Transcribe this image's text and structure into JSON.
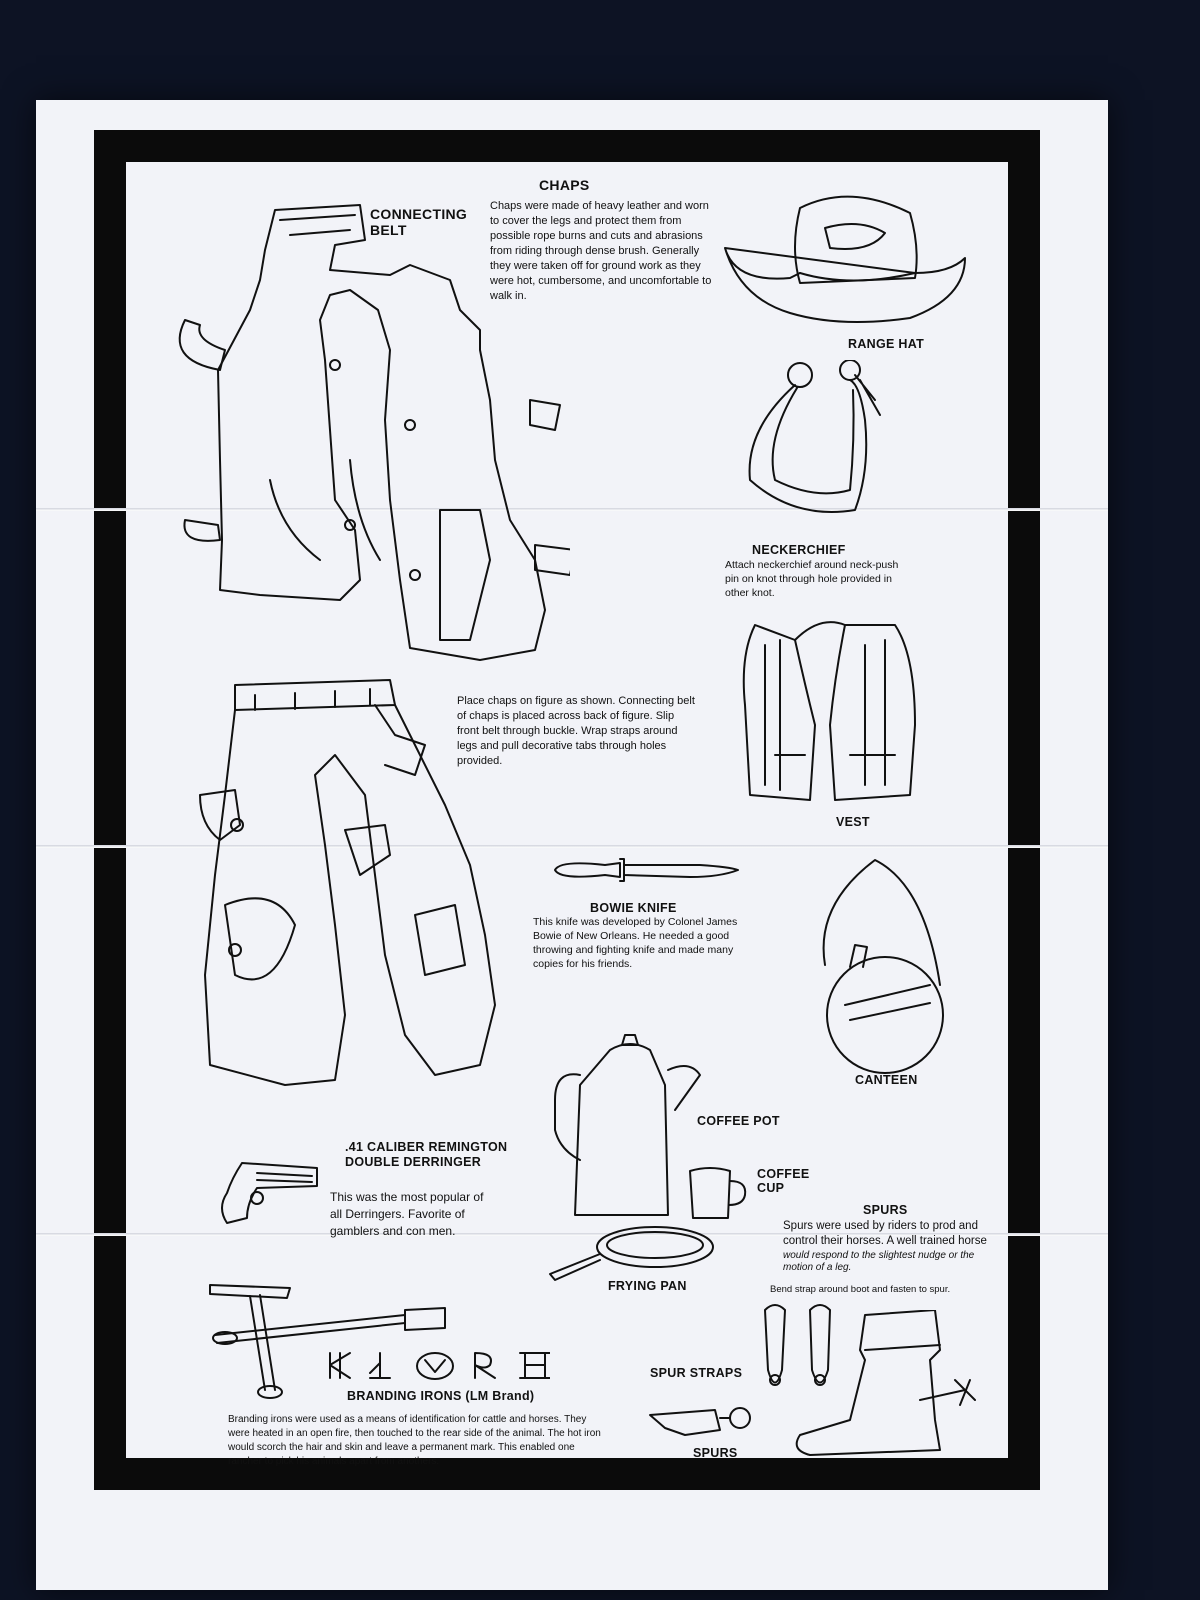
{
  "chaps": {
    "title": "CHAPS",
    "connecting_belt": "CONNECTING BELT",
    "description": "Chaps were made of heavy leather and worn to cover the legs and protect them from possible rope burns and cuts and abrasions from riding through dense brush. Generally they were taken off for ground work as they were hot, cumbersome, and uncomfortable to walk in.",
    "instructions": "Place chaps on figure as shown. Connecting belt of chaps is placed across back of figure. Slip front belt through buckle. Wrap straps around legs and pull decorative tabs through holes provided."
  },
  "range_hat": {
    "label": "RANGE HAT"
  },
  "neckerchief": {
    "label": "NECKERCHIEF",
    "instructions": "Attach neckerchief around neck-push pin on knot through hole provided in other knot."
  },
  "vest": {
    "label": "VEST"
  },
  "bowie_knife": {
    "label": "BOWIE KNIFE",
    "description": "This knife was developed by Colonel James Bowie of New Orleans. He needed a good throwing and fighting knife and made many copies for his friends."
  },
  "canteen": {
    "label": "CANTEEN"
  },
  "derringer": {
    "label": ".41 CALIBER REMINGTON DOUBLE DERRINGER",
    "description": "This was the most popular of all Derringers. Favorite of gamblers and con men."
  },
  "coffee_pot": {
    "label": "COFFEE POT"
  },
  "coffee_cup": {
    "label": "COFFEE CUP"
  },
  "frying_pan": {
    "label": "FRYING PAN"
  },
  "spurs": {
    "title": "SPURS",
    "description": "Spurs were used by riders to prod and control their horses. A well trained horse",
    "description_italic": "would respond to the slightest nudge or the motion of a leg.",
    "strap_instructions": "Bend strap around boot and fasten to spur.",
    "spur_straps_label": "SPUR STRAPS",
    "spurs_label": "SPURS"
  },
  "branding_irons": {
    "label": "BRANDING IRONS (LM Brand)",
    "description": "Branding irons were used as a means of identification for cattle and horses. They were heated in an open fire, then touched to the rear side of the animal. The hot iron would scorch the hair and skin and leave a permanent mark. This enabled one rancher to pick his animals apart from anothers."
  }
}
